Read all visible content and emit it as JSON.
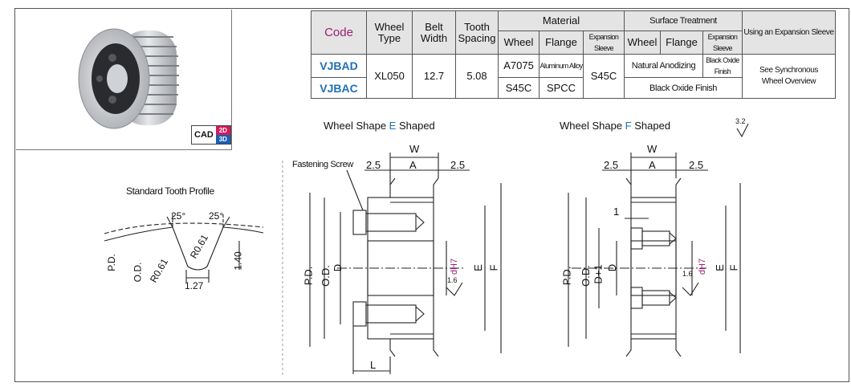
{
  "cad": {
    "label": "CAD",
    "d2": "2D",
    "d3": "3D"
  },
  "table": {
    "headers": {
      "code": "Code",
      "wheel_type": [
        "Wheel",
        "Type"
      ],
      "belt_width": [
        "Belt",
        "Width"
      ],
      "tooth_spacing": [
        "Tooth",
        "Spacing"
      ],
      "material": "Material",
      "surface_treatment": "Surface Treatment",
      "expansion_col": "Using an Expansion Sleeve",
      "sub": {
        "wheel": "Wheel",
        "flange": "Flange",
        "sleeve": "Expansion Sleeve"
      }
    },
    "rows": [
      {
        "code": "VJBAD",
        "mat_wheel": "A7075",
        "mat_flange": "Aluminum Alloy",
        "surf_wheel": "Natural Anodizing",
        "surf_sleeve": "Black Oxide Finish"
      },
      {
        "code": "VJBAC",
        "mat_wheel": "S45C",
        "mat_flange": "SPCC",
        "surf_all": "Black Oxide Finish"
      }
    ],
    "shared": {
      "wheel_type": "XL050",
      "belt_width": "12.7",
      "tooth_spacing": "5.08",
      "mat_sleeve": "S45C",
      "note": [
        "See Synchronous",
        "Wheel Overview"
      ]
    }
  },
  "tooth_profile": {
    "title": "Standard Tooth Profile",
    "angle1": "25°",
    "angle2": "25°",
    "r1": "R0.61",
    "r2": "R0.61",
    "height": "1.40",
    "base": "1.27",
    "pd": "P.D.",
    "od": "O.D."
  },
  "shape_e": {
    "title_prefix": "Wheel Shape ",
    "letter": "E",
    "title_suffix": " Shaped",
    "fastening": "Fastening Screw",
    "w": "W",
    "a": "A",
    "left_25": "2.5",
    "right_25": "2.5",
    "pd": "P.D.",
    "od": "O.D.",
    "d": "D",
    "dh7": "dH7",
    "e": "E",
    "f": "F",
    "l": "L",
    "rough": "1.6"
  },
  "shape_f": {
    "title_prefix": "Wheel Shape ",
    "letter": "F",
    "title_suffix": " Shaped",
    "w": "W",
    "a": "A",
    "left_25": "2.5",
    "right_25": "2.5",
    "one": "1",
    "pd": "P.D.",
    "od": "O.D.",
    "d1": "D+1",
    "d": "D",
    "dh7": "dH7",
    "e": "E",
    "f": "F",
    "rough": "1.6",
    "surface": "3.2"
  }
}
